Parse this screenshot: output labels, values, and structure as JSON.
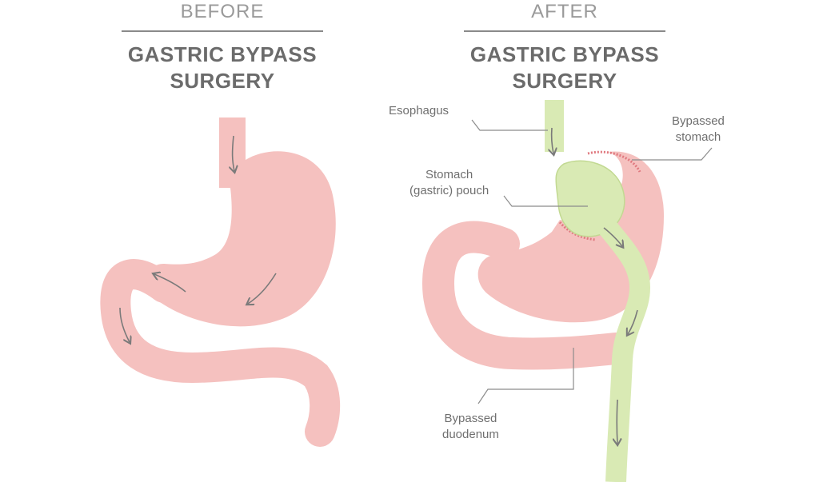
{
  "before": {
    "heading": "BEFORE",
    "title_line1": "GASTRIC BYPASS",
    "title_line2": "SURGERY"
  },
  "after": {
    "heading": "AFTER",
    "title_line1": "GASTRIC BYPASS",
    "title_line2": "SURGERY"
  },
  "labels": {
    "esophagus": "Esophagus",
    "bypassed_stomach_line1": "Bypassed",
    "bypassed_stomach_line2": "stomach",
    "stomach_pouch_line1": "Stomach",
    "stomach_pouch_line2": "(gastric) pouch",
    "bypassed_duodenum_line1": "Bypassed",
    "bypassed_duodenum_line2": "duodenum"
  },
  "colors": {
    "stomach_pink": "#f5c1bf",
    "stomach_outline": "#eeaaa8",
    "bypass_green": "#d9eab4",
    "bypass_outline": "#c2d992",
    "arrow_gray": "#7a7a7a",
    "leader_gray": "#8c8c8c",
    "staple_red": "#e07a80"
  }
}
